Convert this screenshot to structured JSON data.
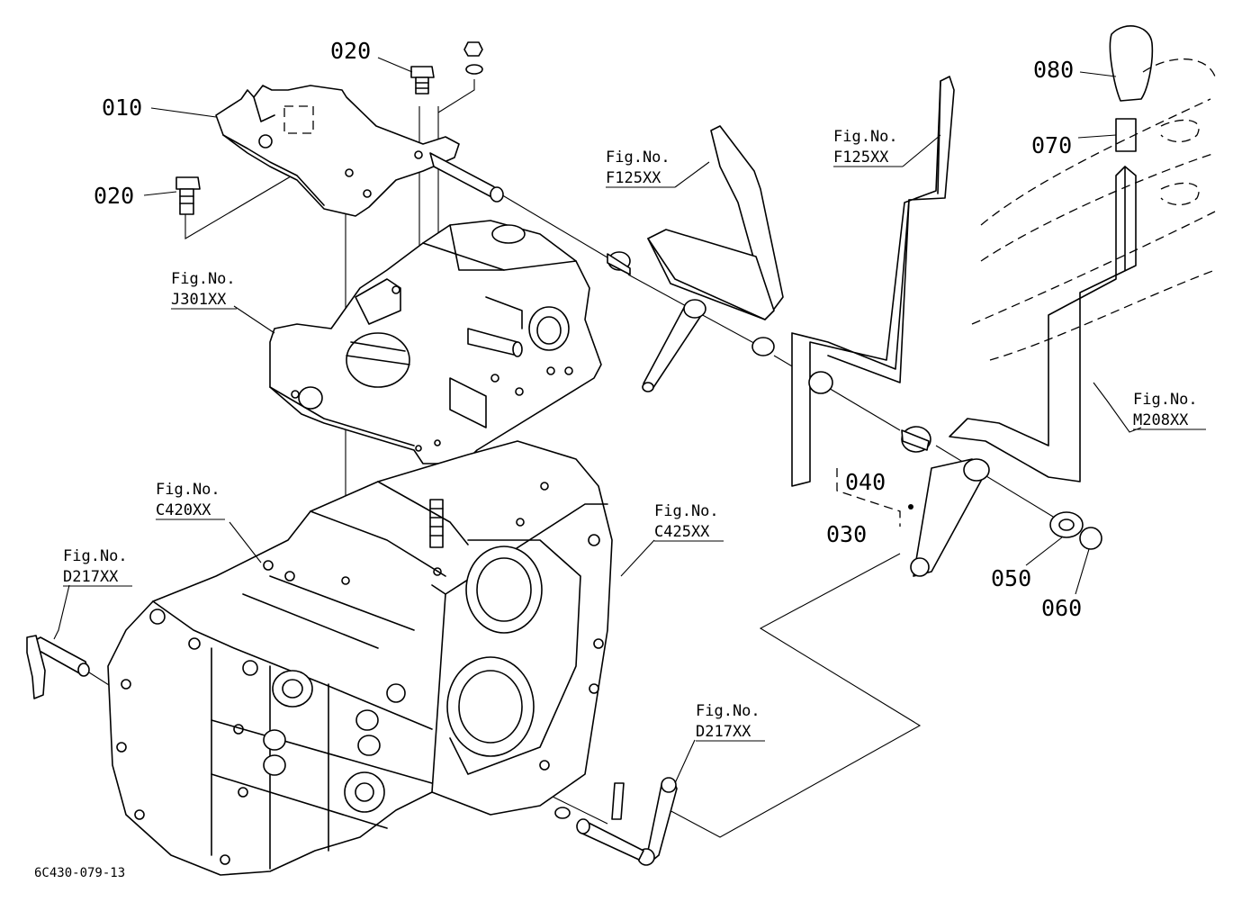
{
  "parts": {
    "p010": "010",
    "p020a": "020",
    "p020b": "020",
    "p030": "030",
    "p040": "040",
    "p050": "050",
    "p060": "060",
    "p070": "070",
    "p080": "080"
  },
  "figs": {
    "label": "Fig.No.",
    "j301": "J301XX",
    "f125a": "F125XX",
    "f125b": "F125XX",
    "c420": "C420XX",
    "c425": "C425XX",
    "d217a": "D217XX",
    "d217b": "D217XX",
    "m208": "M208XX"
  },
  "drawing_code": "6C430-079-13"
}
